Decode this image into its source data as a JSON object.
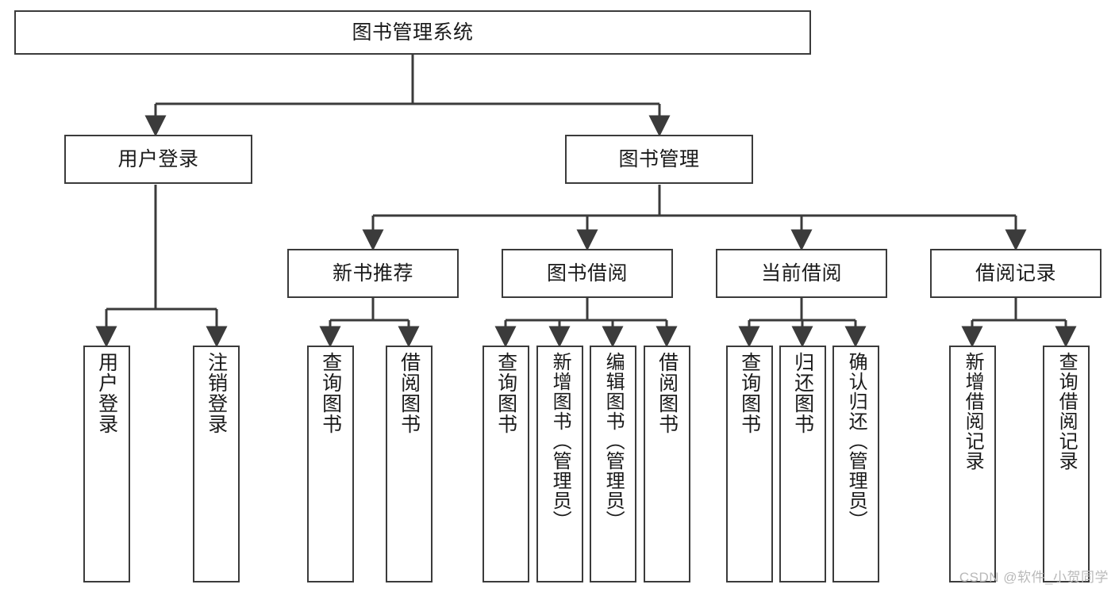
{
  "diagram": {
    "type": "tree-hierarchy-diagram",
    "title": "图书管理系统",
    "watermark": "CSDN @软件_小贺同学",
    "colors": {
      "stroke": "#3b3b3b",
      "fill": "#ffffff",
      "text": "#1a1a1a",
      "watermark": "#b9b9b9"
    },
    "nodes": {
      "root": {
        "label": "图书管理系统",
        "orientation": "horizontal"
      },
      "level2": [
        {
          "label": "用户登录",
          "orientation": "horizontal"
        },
        {
          "label": "图书管理",
          "orientation": "horizontal"
        }
      ],
      "level3": [
        {
          "label": "新书推荐",
          "orientation": "horizontal"
        },
        {
          "label": "图书借阅",
          "orientation": "horizontal"
        },
        {
          "label": "当前借阅",
          "orientation": "horizontal"
        },
        {
          "label": "借阅记录",
          "orientation": "horizontal"
        }
      ],
      "leaves": {
        "user_login": [
          {
            "label": "用户登录",
            "orientation": "vertical"
          },
          {
            "label": "注销登录",
            "orientation": "vertical"
          }
        ],
        "new_book_recommend": [
          {
            "label": "查询图书",
            "orientation": "vertical"
          },
          {
            "label": "借阅图书",
            "orientation": "vertical"
          }
        ],
        "book_borrow": [
          {
            "label": "查询图书",
            "orientation": "vertical"
          },
          {
            "label": "新增图书（管理员）",
            "orientation": "vertical"
          },
          {
            "label": "编辑图书（管理员）",
            "orientation": "vertical"
          },
          {
            "label": "借阅图书",
            "orientation": "vertical"
          }
        ],
        "current_borrow": [
          {
            "label": "查询图书",
            "orientation": "vertical"
          },
          {
            "label": "归还图书",
            "orientation": "vertical"
          },
          {
            "label": "确认归还（管理员）",
            "orientation": "vertical"
          }
        ],
        "borrow_record": [
          {
            "label": "新增借阅记录",
            "orientation": "vertical"
          },
          {
            "label": "查询借阅记录",
            "orientation": "vertical"
          }
        ]
      }
    }
  }
}
